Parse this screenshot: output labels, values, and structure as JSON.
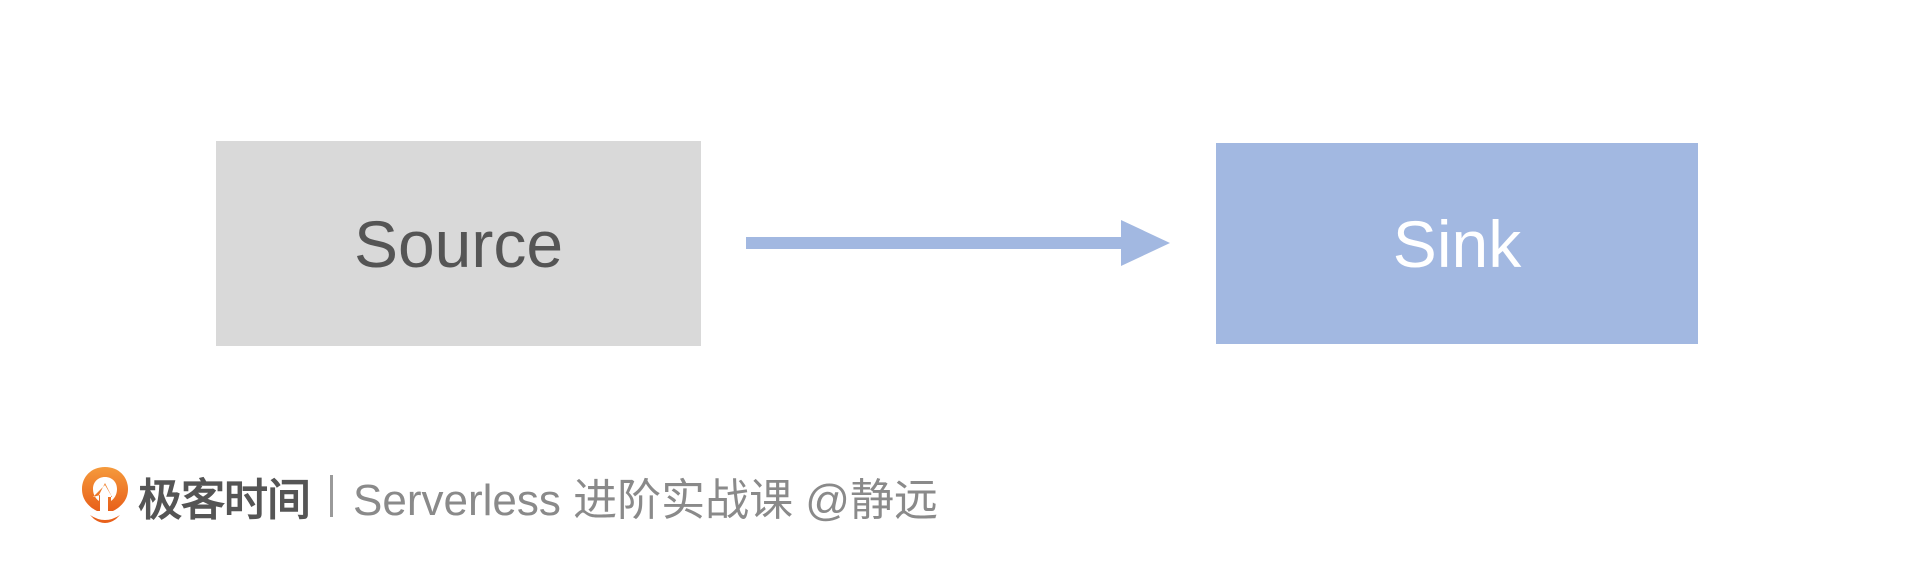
{
  "diagram": {
    "nodes": [
      {
        "id": "source",
        "label": "Source",
        "fill": "#d9d9d9",
        "text_color": "#555555"
      },
      {
        "id": "sink",
        "label": "Sink",
        "fill": "#a2b8e1",
        "text_color": "#ffffff"
      }
    ],
    "edges": [
      {
        "from": "source",
        "to": "sink",
        "color": "#a2b8e1"
      }
    ]
  },
  "footer": {
    "logo_icon": "geektime-logo-icon",
    "brand": "极客时间",
    "divider": "|",
    "course": "Serverless 进阶实战课 @静远",
    "brand_color": "#f07a1b"
  }
}
